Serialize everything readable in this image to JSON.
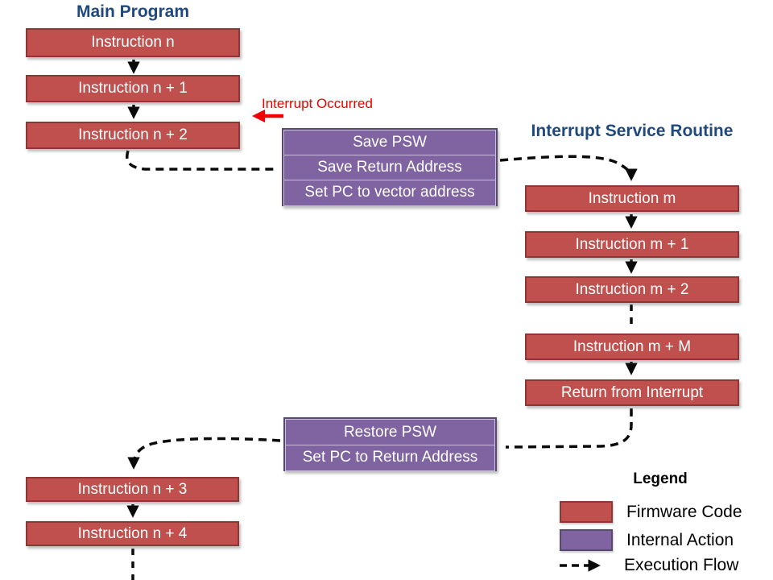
{
  "titles": {
    "main_program": "Main Program",
    "isr": "Interrupt Service Routine"
  },
  "annotation": {
    "interrupt_occurred": "Interrupt Occurred"
  },
  "main_program": {
    "boxes": [
      "Instruction n",
      "Instruction n + 1",
      "Instruction n + 2"
    ],
    "resume_boxes": [
      "Instruction n + 3",
      "Instruction n + 4"
    ]
  },
  "internal_actions": {
    "save_group": [
      "Save PSW",
      "Save Return Address",
      "Set PC to vector address"
    ],
    "restore_group": [
      "Restore PSW",
      "Set PC to Return Address"
    ]
  },
  "isr": {
    "boxes": [
      "Instruction m",
      "Instruction m + 1",
      "Instruction m + 2",
      "Instruction m + M",
      "Return from Interrupt"
    ]
  },
  "legend": {
    "title": "Legend",
    "firmware_label": "Firmware Code",
    "internal_label": "Internal Action",
    "flow_label": "Execution Flow"
  },
  "colors": {
    "firmware_fill": "#C0504D",
    "firmware_border": "#8E3734",
    "internal_fill": "#8064A2",
    "internal_border": "#58496E",
    "internal_row_border": "#C9BEDC",
    "title_color": "#1F497D",
    "annotation_red": "#F00000",
    "flow_color": "#0A0A0A"
  }
}
